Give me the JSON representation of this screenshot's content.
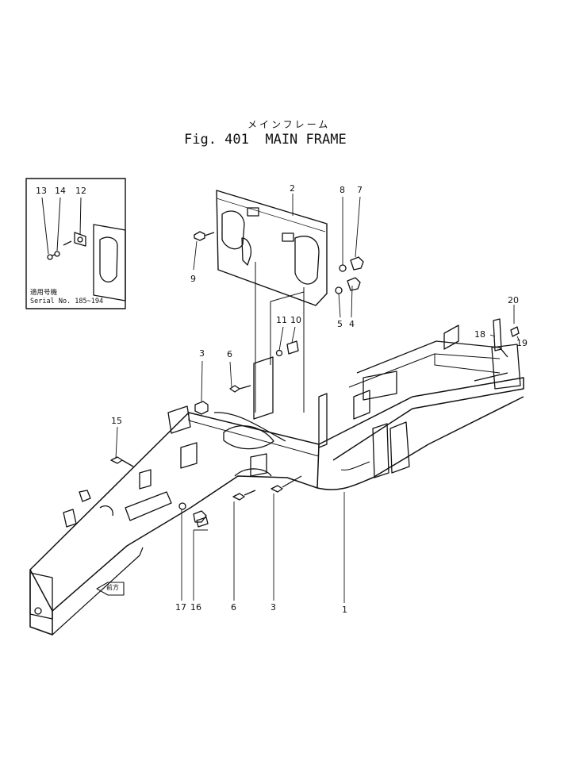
{
  "title": {
    "japanese": "メインフレーム",
    "english": "Fig. 401  MAIN FRAME"
  },
  "inset": {
    "applicability_label": "適用号機",
    "serial_label": "Serial No. 185~194",
    "callouts": [
      "13",
      "14",
      "12"
    ]
  },
  "callouts": {
    "c1": "1",
    "c2": "2",
    "c3_upper": "3",
    "c3_lower": "3",
    "c4": "4",
    "c5": "5",
    "c6_upper": "6",
    "c6_lower": "6",
    "c7": "7",
    "c8": "8",
    "c9": "9",
    "c10": "10",
    "c11": "11",
    "c15": "15",
    "c16": "16",
    "c17": "17",
    "c18": "18",
    "c19": "19",
    "c20": "20"
  },
  "direction_tag": "前方"
}
